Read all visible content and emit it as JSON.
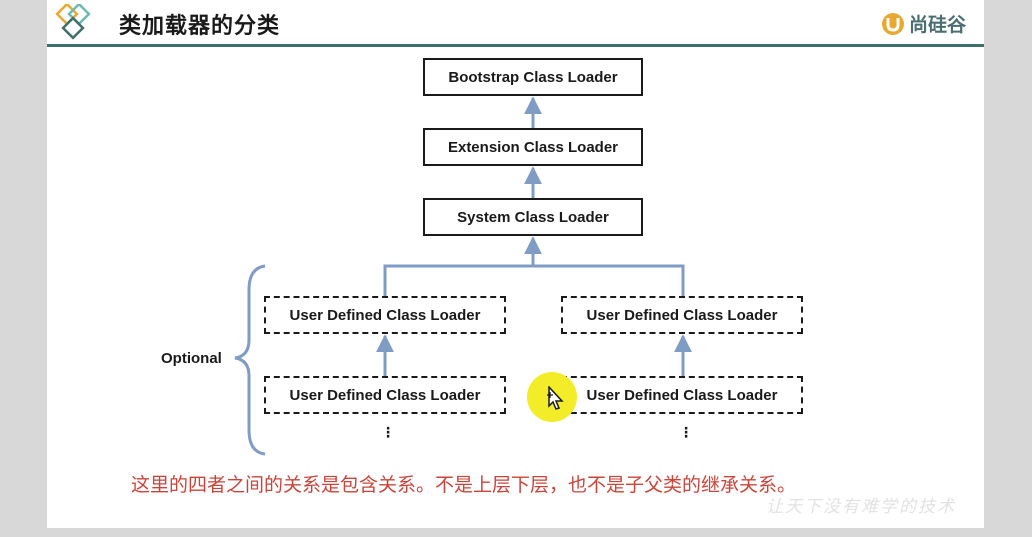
{
  "header": {
    "title": "类加载器的分类",
    "brand": "尚硅谷",
    "brand_color": "#4a6e73",
    "rule_color": "#3f6f6b"
  },
  "diagram": {
    "nodes": {
      "bootstrap": "Bootstrap Class Loader",
      "extension": "Extension Class Loader",
      "system": "System Class Loader",
      "user_left_top": "User Defined Class Loader",
      "user_left_bottom": "User Defined Class Loader",
      "user_right_top": "User Defined Class Loader",
      "user_right_bottom": "User Defined Class Loader"
    },
    "optional_label": "Optional",
    "ellipsis": "⋮",
    "arrow_color": "#7f9cc4"
  },
  "caption": "这里的四者之间的关系是包含关系。不是上层下层，也不是子父类的继承关系。",
  "caption_color": "#c9453a",
  "watermark": "让天下没有难学的技术",
  "icons": [
    "logo-diamond-icon",
    "brand-u-icon",
    "move-cursor-icon"
  ]
}
